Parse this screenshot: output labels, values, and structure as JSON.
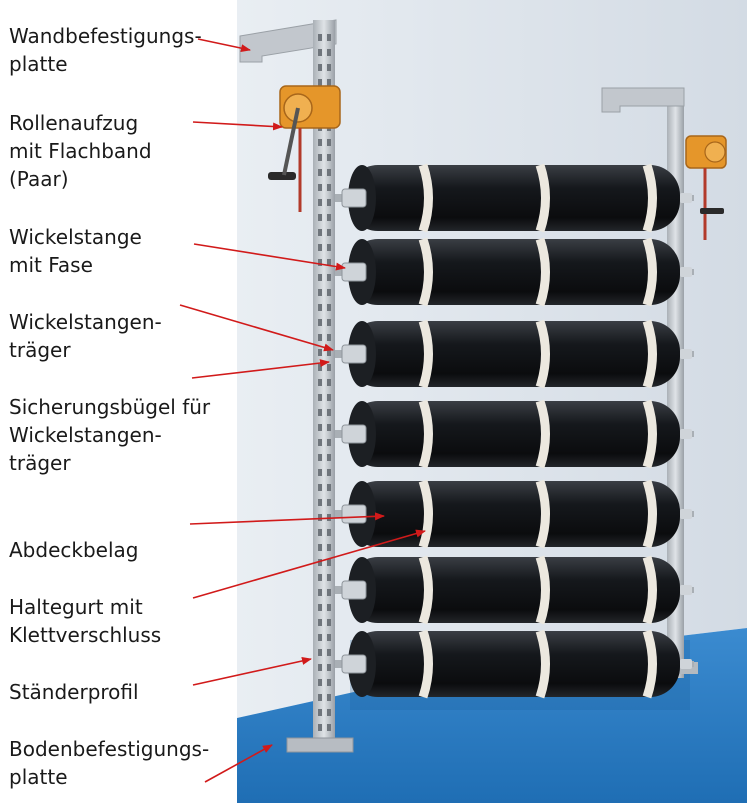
{
  "labels": [
    {
      "id": "wall-plate",
      "lines": [
        "Wandbefestigungs-",
        "platte"
      ]
    },
    {
      "id": "roller-lift",
      "lines": [
        "Rollenaufzug",
        "mit Flachband",
        "(Paar)"
      ]
    },
    {
      "id": "winding-rod",
      "lines": [
        "Wickelstange",
        "mit Fase"
      ]
    },
    {
      "id": "rod-carrier",
      "lines": [
        "Wickelstangen-",
        "träger"
      ]
    },
    {
      "id": "safety-bracket",
      "lines": [
        "Sicherungsbügel für",
        "Wickelstangen-",
        "träger"
      ]
    },
    {
      "id": "cover",
      "lines": [
        "Abdeckbelag"
      ]
    },
    {
      "id": "strap",
      "lines": [
        "Haltegurt mit",
        "Klettverschluss"
      ]
    },
    {
      "id": "upright",
      "lines": [
        "Ständerprofil"
      ]
    },
    {
      "id": "floor-plate",
      "lines": [
        "Bodenbefestigungs-",
        "platte"
      ]
    }
  ],
  "colors": {
    "wall": "#dfe6ee",
    "floor": "#2f7fc4",
    "steel": "#c7ccd2",
    "roll": "#121417",
    "band": "#ece8df",
    "winch": "#e5962a",
    "arrow": "#d11a1a",
    "text": "#1a1a1a"
  }
}
